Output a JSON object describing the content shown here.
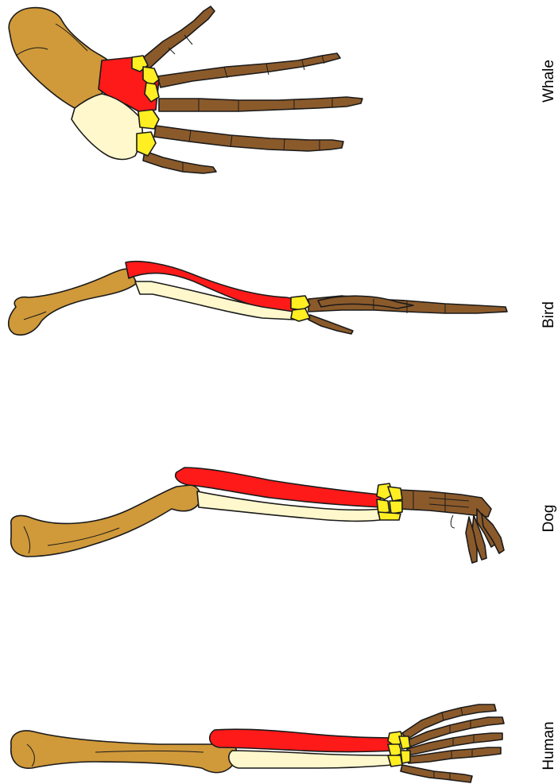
{
  "labels": {
    "whale": "Whale",
    "bird": "Bird",
    "dog": "Dog",
    "human": "Human"
  },
  "colors": {
    "humerus": "#d0993a",
    "radius": "#ff1a1a",
    "ulna": "#fff8cc",
    "carpals": "#ffee22",
    "phalanges": "#8b5a2b",
    "outline": "#1a1a1a",
    "background": "#ffffff"
  }
}
